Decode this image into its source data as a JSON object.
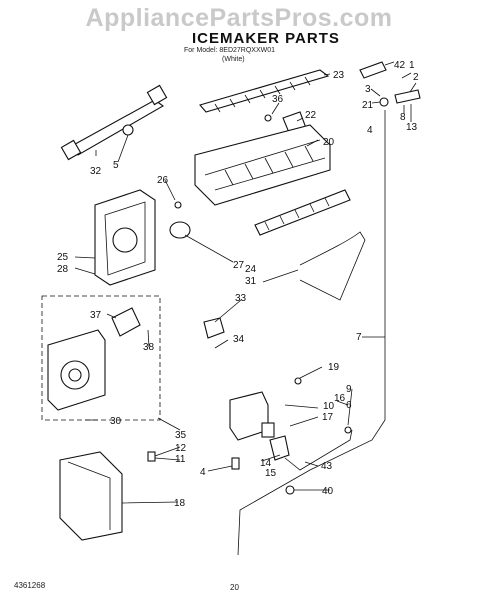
{
  "watermark": "AppliancePartsPros.com",
  "title": "ICEMAKER PARTS",
  "model_line": "For Model: 8ED27RQXXW01",
  "color_line": "(White)",
  "doc_number": "4361268",
  "page_number": "20",
  "callouts": [
    "42",
    "1",
    "2",
    "3",
    "21",
    "8",
    "13",
    "23",
    "36",
    "22",
    "4",
    "20",
    "32",
    "5",
    "26",
    "25",
    "28",
    "27",
    "24",
    "31",
    "33",
    "37",
    "34",
    "38",
    "7",
    "19",
    "9",
    "10",
    "16",
    "17",
    "6",
    "30",
    "35",
    "12",
    "11",
    "14",
    "15",
    "43",
    "4",
    "40",
    "18"
  ]
}
